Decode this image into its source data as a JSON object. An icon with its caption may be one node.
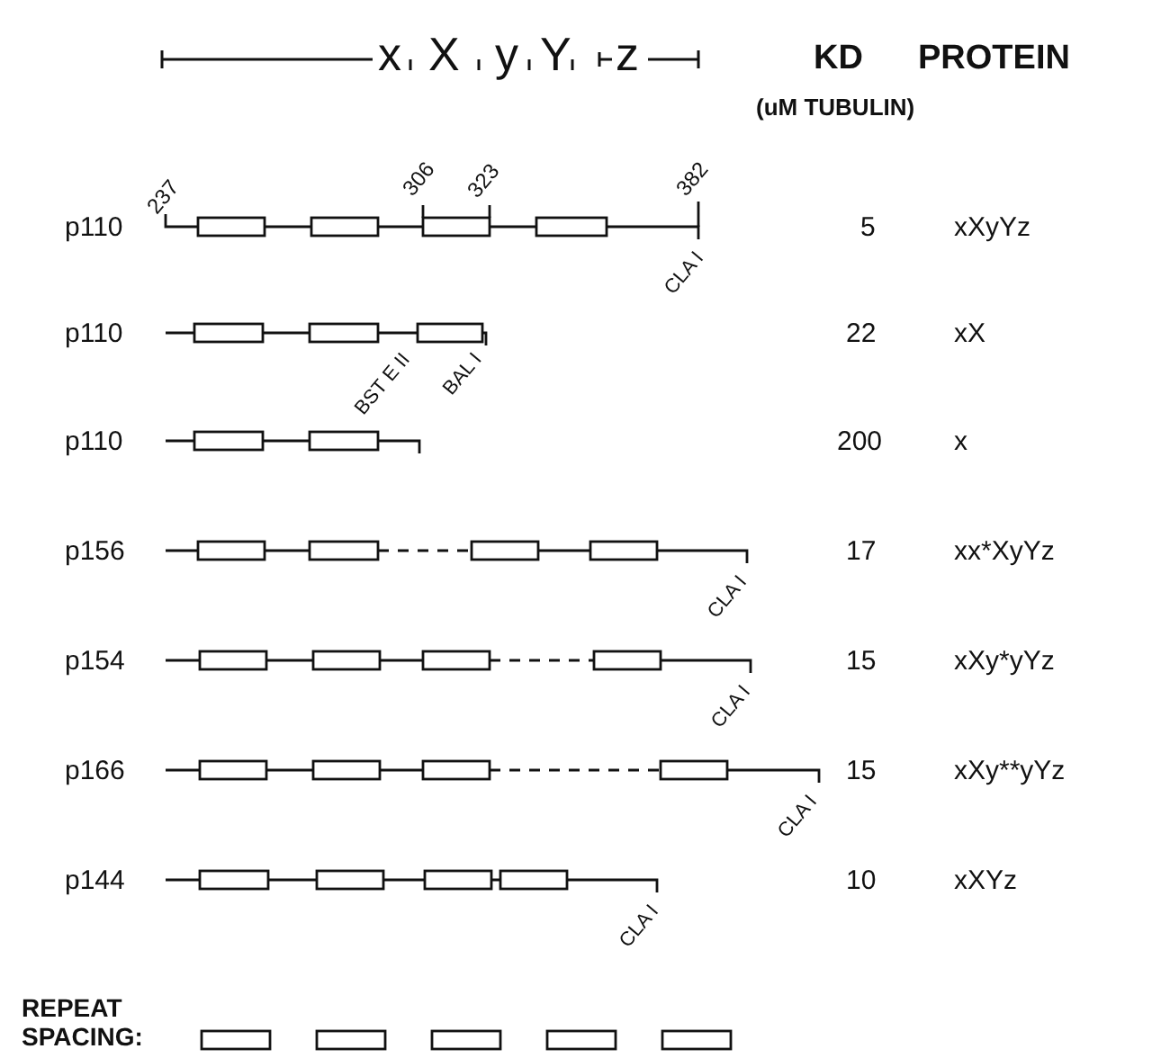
{
  "diagram": {
    "labels": [
      "x",
      "X",
      "y",
      "Y",
      "z",
      "KD",
      "PROTEIN",
      "(uM TUBULIN)",
      "237",
      "306",
      "323",
      "382",
      "p110",
      "CLA I",
      "5",
      "xXyYz",
      "p110",
      "BAL I",
      "22",
      "xX",
      "p110",
      "BST E II",
      "200",
      "x",
      "p156",
      "CLA I",
      "17",
      "xx*XyYz",
      "p154",
      "CLA I",
      "15",
      "xXy*yYz",
      "p166",
      "CLA I",
      "15",
      "xXy**yYz",
      "p144",
      "CLA I",
      "10",
      "xXYz",
      "REPEAT SPACING:"
    ]
  }
}
